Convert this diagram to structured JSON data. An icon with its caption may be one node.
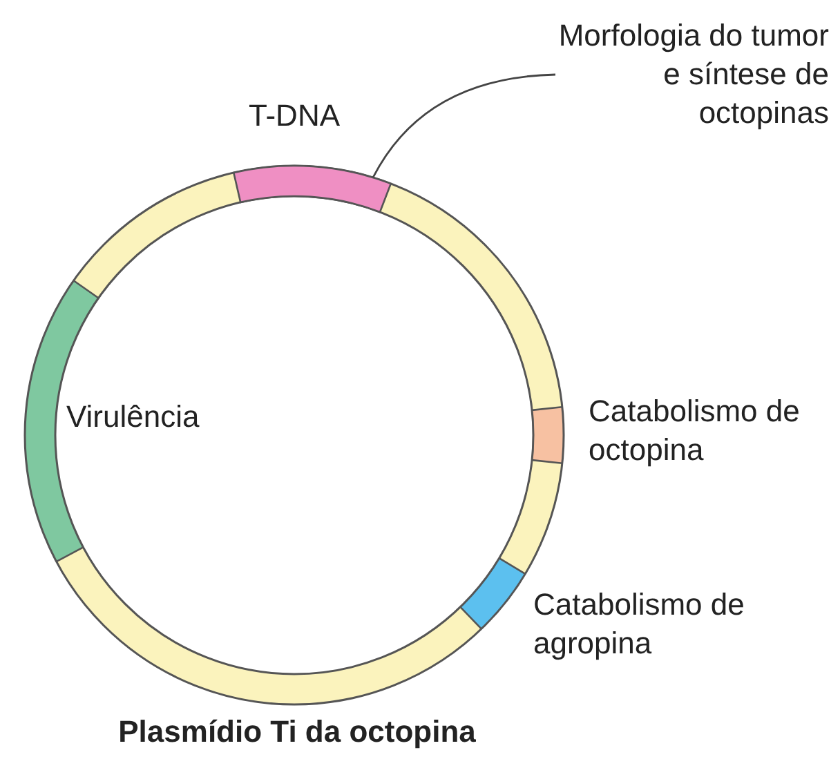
{
  "diagram": {
    "caption": "Plasmídio Ti da octopina",
    "nodes": [
      {
        "text": [
          "Morfologia do tumor e síntese de octopinas"
        ]
      },
      {
        "text": [],
        "shape": "bar"
      }
    ],
    "edges": [
      {
        "from": 0,
        "to": 1,
        "arrow": "none"
      }
    ],
    "labels": [
      "T-DNA",
      "Virulência",
      "Catabolismo de octopina",
      "Catabolismo de agropina"
    ]
  }
}
